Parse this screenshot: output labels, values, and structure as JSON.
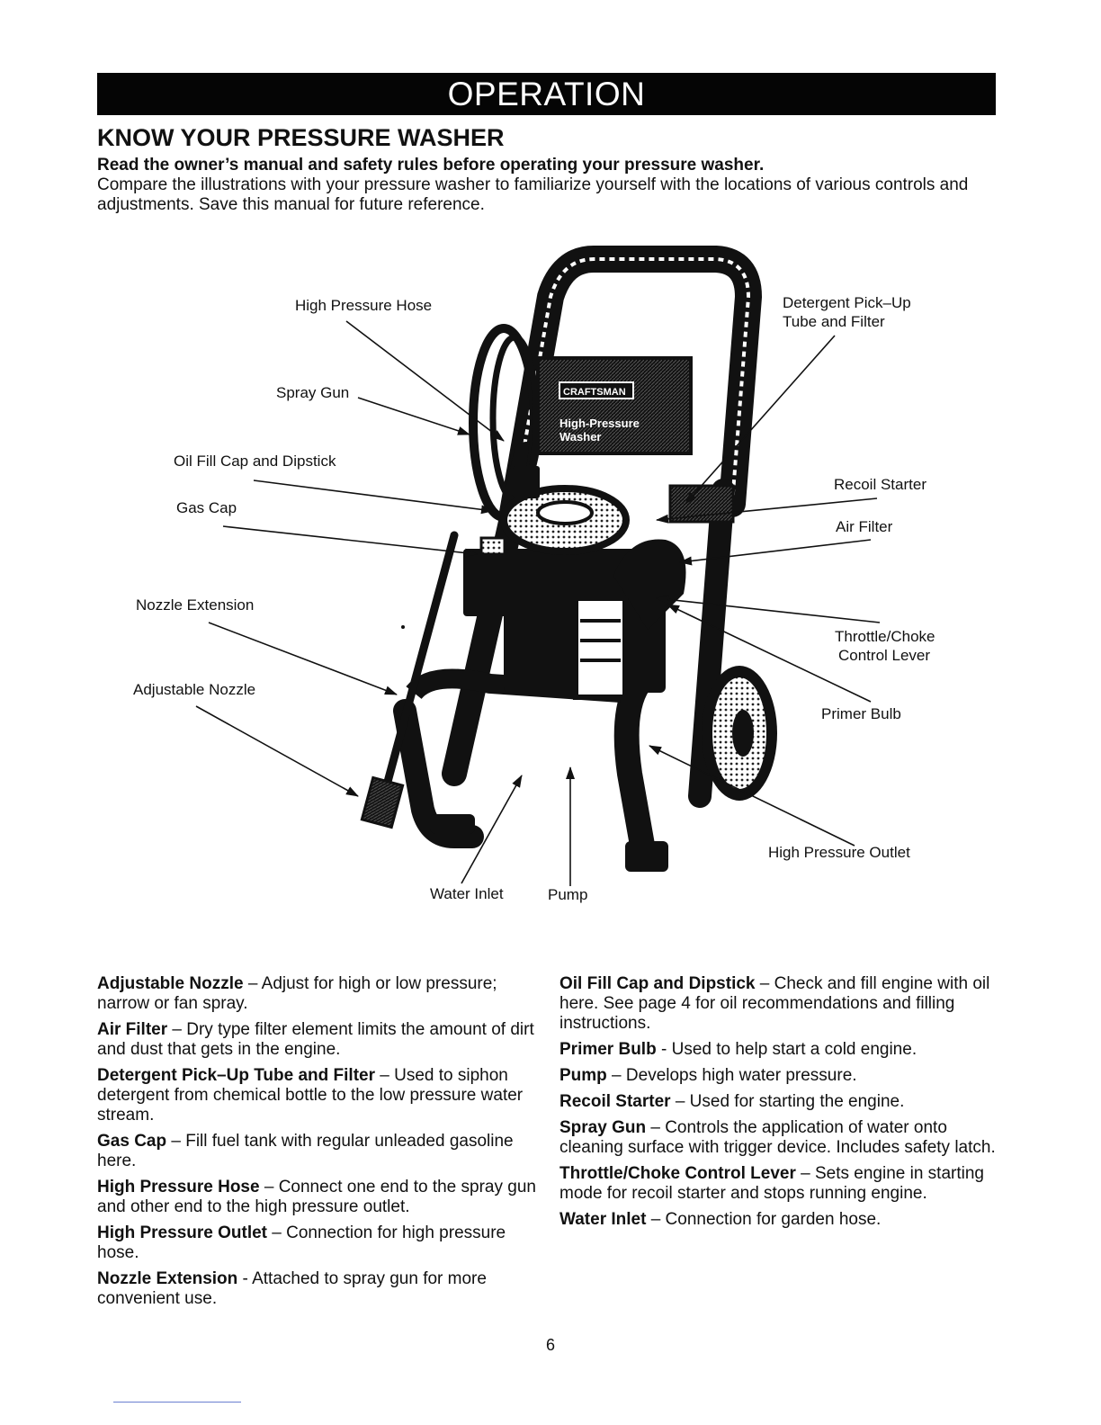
{
  "banner": "OPERATION",
  "heading": "KNOW YOUR PRESSURE WASHER",
  "intro": {
    "bold": "Read the owner’s manual and safety rules before operating your pressure washer.",
    "text": "Compare the illustrations with your pressure washer to familiarize yourself with the locations of various controls and adjustments. Save this manual for future reference."
  },
  "diagram": {
    "brand": "CRAFTSMAN",
    "product_line1": "High-Pressure",
    "product_line2": "Washer",
    "callouts": {
      "high_pressure_hose": "High Pressure Hose",
      "spray_gun": "Spray Gun",
      "oil_fill_cap": "Oil Fill Cap and Dipstick",
      "gas_cap": "Gas Cap",
      "nozzle_extension": "Nozzle Extension",
      "adjustable_nozzle": "Adjustable Nozzle",
      "detergent_line1": "Detergent Pick–Up",
      "detergent_line2": "Tube and Filter",
      "recoil_starter": "Recoil Starter",
      "air_filter": "Air Filter",
      "throttle_line1": "Throttle/Choke",
      "throttle_line2": "Control Lever",
      "primer_bulb": "Primer Bulb",
      "high_pressure_outlet": "High Pressure Outlet",
      "water_inlet": "Water Inlet",
      "pump": "Pump"
    }
  },
  "descriptions": {
    "left": [
      {
        "term": "Adjustable Nozzle",
        "sep": " – ",
        "text": "Adjust for high or low pressure; narrow or fan spray."
      },
      {
        "term": "Air Filter",
        "sep": " – ",
        "text": "Dry type filter element limits the amount of dirt and dust that gets in the engine."
      },
      {
        "term": "Detergent Pick–Up Tube and Filter",
        "sep": " – ",
        "text": "Used to siphon detergent from chemical bottle to the low pressure water stream."
      },
      {
        "term": "Gas Cap",
        "sep": " – ",
        "text": "Fill fuel tank with regular unleaded gasoline here."
      },
      {
        "term": "High Pressure Hose",
        "sep": " – ",
        "text": "Connect one end to the spray gun and other end to the high pressure outlet."
      },
      {
        "term": "High Pressure Outlet",
        "sep": " – ",
        "text": "Connection for high pressure hose."
      },
      {
        "term": "Nozzle Extension",
        "sep": " - ",
        "text": "Attached to spray gun for more convenient use."
      }
    ],
    "right": [
      {
        "term": "Oil Fill Cap and Dipstick",
        "sep": " – ",
        "text": "Check and fill engine with oil here. See page 4 for oil recommendations and filling instructions."
      },
      {
        "term": "Primer Bulb",
        "sep": " - ",
        "text": "Used to help start a cold engine."
      },
      {
        "term": "Pump",
        "sep": " – ",
        "text": "Develops high water pressure."
      },
      {
        "term": "Recoil Starter",
        "sep": " – ",
        "text": "Used for starting the engine."
      },
      {
        "term": "Spray Gun",
        "sep": " – ",
        "text": "Controls the application of water onto cleaning surface with trigger device. Includes safety latch."
      },
      {
        "term": "Throttle/Choke Control Lever",
        "sep": " – ",
        "text": "Sets engine in starting mode for recoil starter and stops running engine."
      },
      {
        "term": "Water Inlet",
        "sep": " – ",
        "text": "Connection for garden hose."
      }
    ]
  },
  "page_number": "6"
}
